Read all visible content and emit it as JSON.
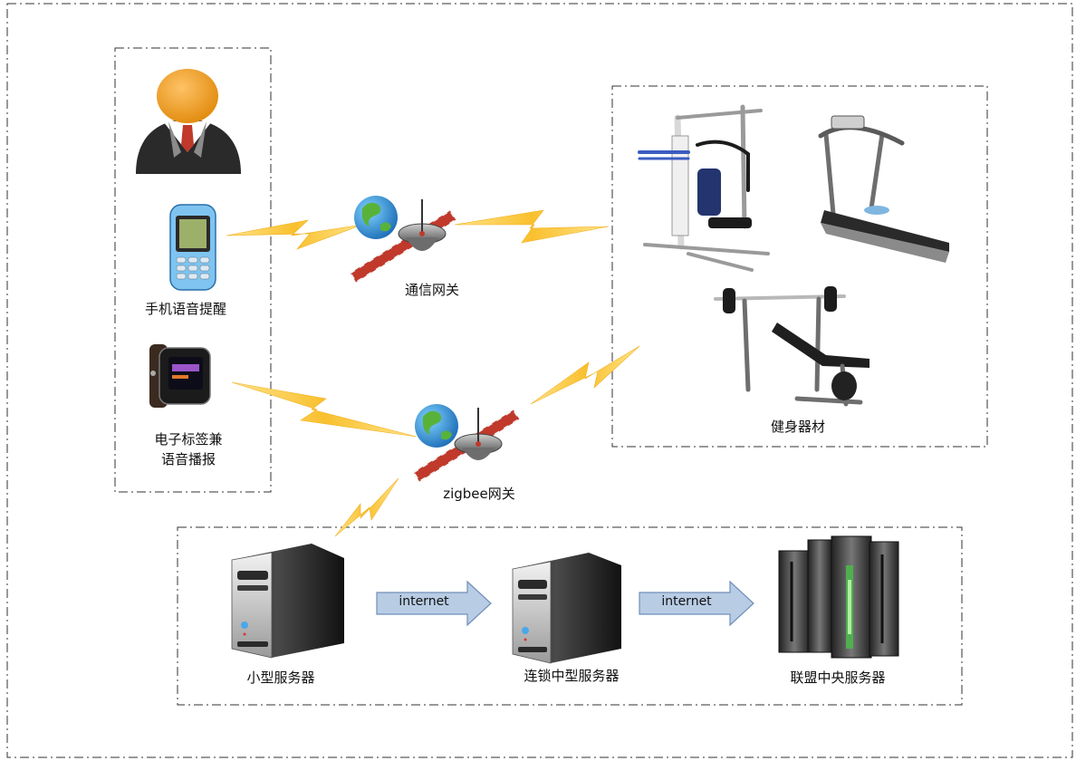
{
  "labels": {
    "phone": "手机语音提醒",
    "tag": "电子标签兼\n语音播报",
    "comm_gateway": "通信网关",
    "zigbee_gateway": "zigbee网关",
    "fitness": "健身器材",
    "small_server": "小型服务器",
    "chain_server": "连锁中型服务器",
    "central_server": "联盟中央服务器"
  },
  "arrows": [
    {
      "text": "internet"
    },
    {
      "text": "internet"
    }
  ],
  "icons": [
    "user-avatar-icon",
    "mobile-phone-icon",
    "smartwatch-icon",
    "satellite-dish-icon",
    "home-gym-icon",
    "treadmill-icon",
    "weight-bench-icon",
    "server-tower-icon",
    "mainframe-icon",
    "wireless-signal-icon"
  ],
  "colors": {
    "lightning": "#FBC02D",
    "arrow_fill": "#B8CCE4",
    "arrow_stroke": "#6F8FB8",
    "avatar_head": "#F39C12",
    "tie": "#C0392B",
    "server_body": "#2B2B2B",
    "dish_stripe": "#C0392B"
  }
}
